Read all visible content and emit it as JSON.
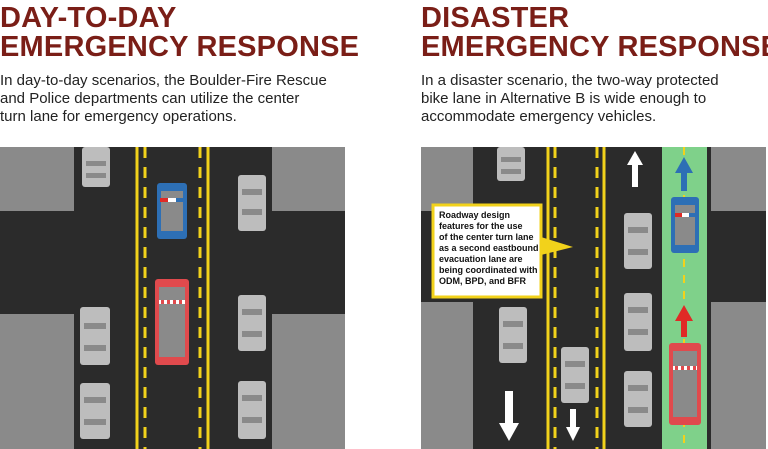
{
  "left": {
    "title_line1": "DAY-TO-DAY",
    "title_line2": "EMERGENCY RESPONSE",
    "description_lines": [
      "In day-to-day scenarios, the Boulder-Fire Rescue",
      "and Police departments can utilize the center",
      "turn lane for emergency operations."
    ]
  },
  "right": {
    "title_line1": "DISASTER",
    "title_line2": "EMERGENCY RESPONSE",
    "description_lines": [
      "In a disaster scenario, the two-way protected",
      "bike lane in Alternative B is wide enough to",
      "accommodate emergency vehicles."
    ],
    "callout_lines": [
      "Roadway design",
      "features for the use",
      "of the center turn lane",
      "as a second eastbound",
      "evacuation lane are",
      "being coordinated with",
      "ODM, BPD, and BFR"
    ]
  },
  "colors": {
    "title": "#7a1e17",
    "road": "#2b2b2b",
    "block": "#8a8a8a",
    "lane_yellow": "#f2d21b",
    "bike_lane": "#7fd18a",
    "police_car": "#2d6fb5",
    "fire_truck": "#e04a4d",
    "parked_car": "#bdbdbd",
    "arrow_blue": "#2d6fb5",
    "arrow_red": "#e02a26"
  }
}
